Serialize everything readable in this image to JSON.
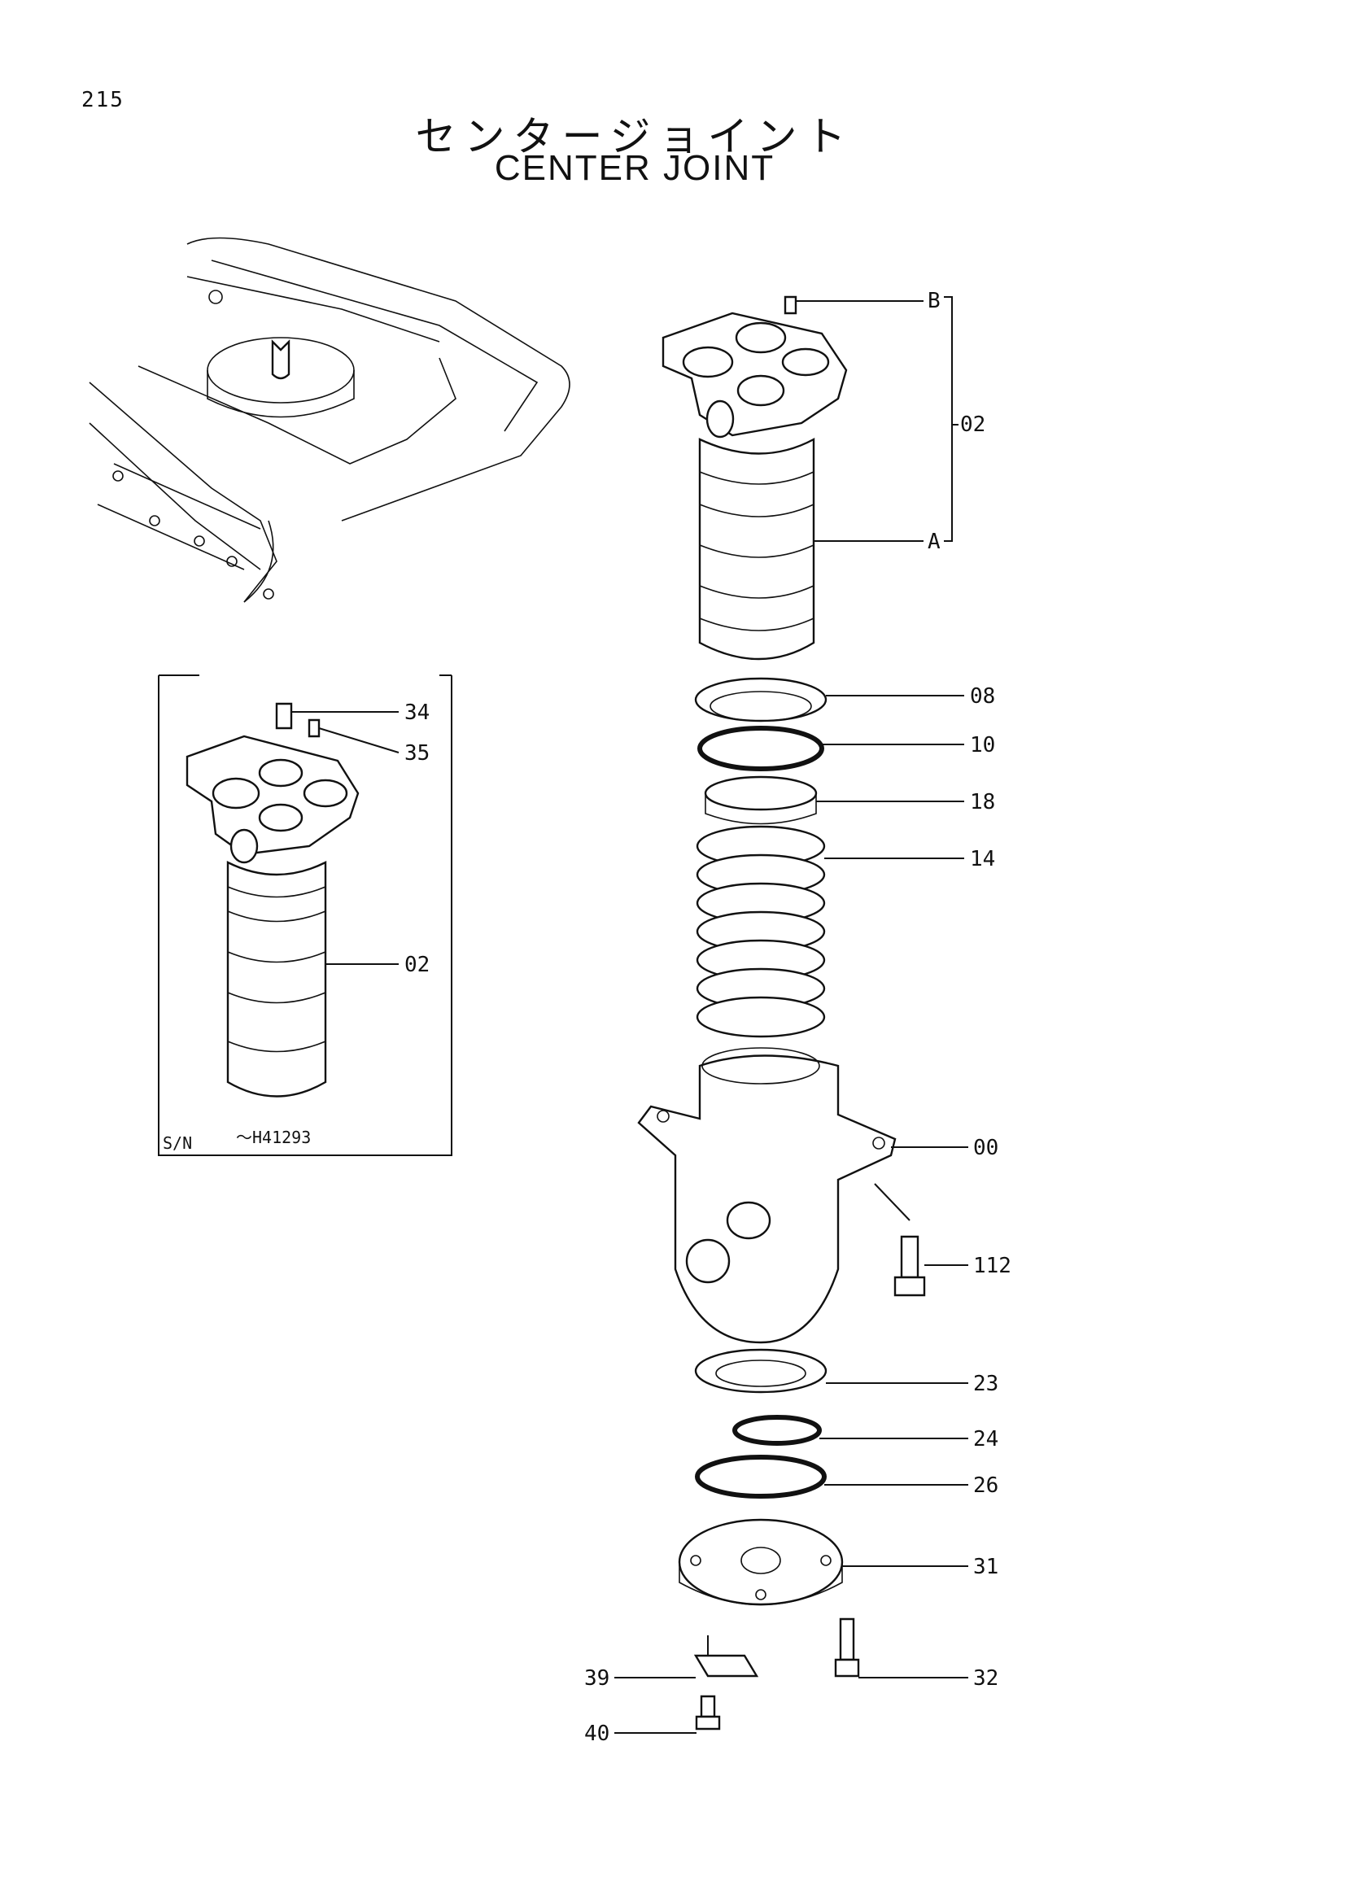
{
  "page_number": "215",
  "title_jp": "センタージョイント",
  "title_en": "CENTER JOINT",
  "inset": {
    "sn_label": "S/N",
    "sn_value": "～H41293",
    "callouts": [
      "34",
      "35",
      "02"
    ]
  },
  "callouts": {
    "B": "B",
    "A": "A",
    "p02": "02",
    "p08": "08",
    "p10": "10",
    "p18": "18",
    "p14": "14",
    "p00": "00",
    "p112": "112",
    "p23": "23",
    "p24": "24",
    "p26": "26",
    "p31": "31",
    "p39": "39",
    "p32": "32",
    "p40": "40"
  }
}
